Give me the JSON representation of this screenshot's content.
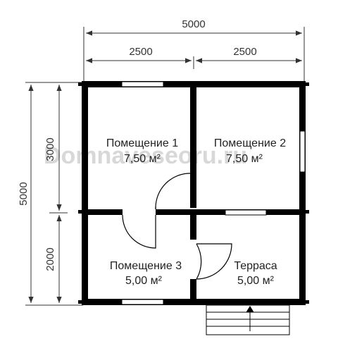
{
  "dimensions": {
    "top_total": "5000",
    "top_left": "2500",
    "top_right": "2500",
    "side_total": "5000",
    "side_upper": "3000",
    "side_lower": "2000"
  },
  "rooms": [
    {
      "name": "Помещение 1",
      "area": "7,50 м²"
    },
    {
      "name": "Помещение 2",
      "area": "7,50 м²"
    },
    {
      "name": "Помещение 3",
      "area": "5,00 м²"
    },
    {
      "name": "Терраса",
      "area": "5,00 м²"
    }
  ],
  "watermark": "Domnaveseoru.ru",
  "colors": {
    "wall": "#000000",
    "dimension": "#333333",
    "window": "#ffffff"
  }
}
